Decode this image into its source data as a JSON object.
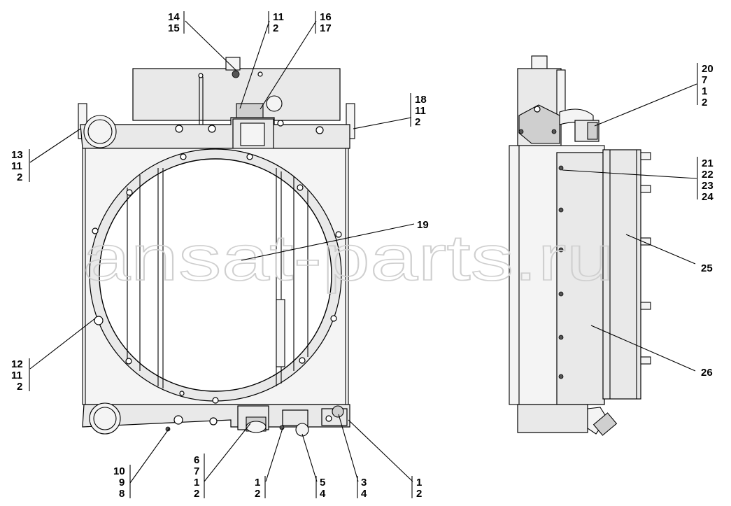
{
  "watermark": "ansat-parts.ru",
  "callouts": {
    "c_14_15": [
      "14",
      "15"
    ],
    "c_11_2_top": [
      "11",
      "2"
    ],
    "c_16_17": [
      "16",
      "17"
    ],
    "c_18_11_2": [
      "18",
      "11",
      "2"
    ],
    "c_13_11_2": [
      "13",
      "11",
      "2"
    ],
    "c_12_11_2": [
      "12",
      "11",
      "2"
    ],
    "c_19": [
      "19"
    ],
    "c_10_9_8": [
      "10",
      "9",
      "8"
    ],
    "c_6_7_1_2": [
      "6",
      "7",
      "1",
      "2"
    ],
    "c_1_2_bottom": [
      "1",
      "2"
    ],
    "c_5_4": [
      "5",
      "4"
    ],
    "c_3_4": [
      "3",
      "4"
    ],
    "c_1_2_right": [
      "1",
      "2"
    ],
    "c_20_7_1_2": [
      "20",
      "7",
      "1",
      "2"
    ],
    "c_21_24": [
      "21",
      "22",
      "23",
      "24"
    ],
    "c_25": [
      "25"
    ],
    "c_26": [
      "26"
    ]
  }
}
